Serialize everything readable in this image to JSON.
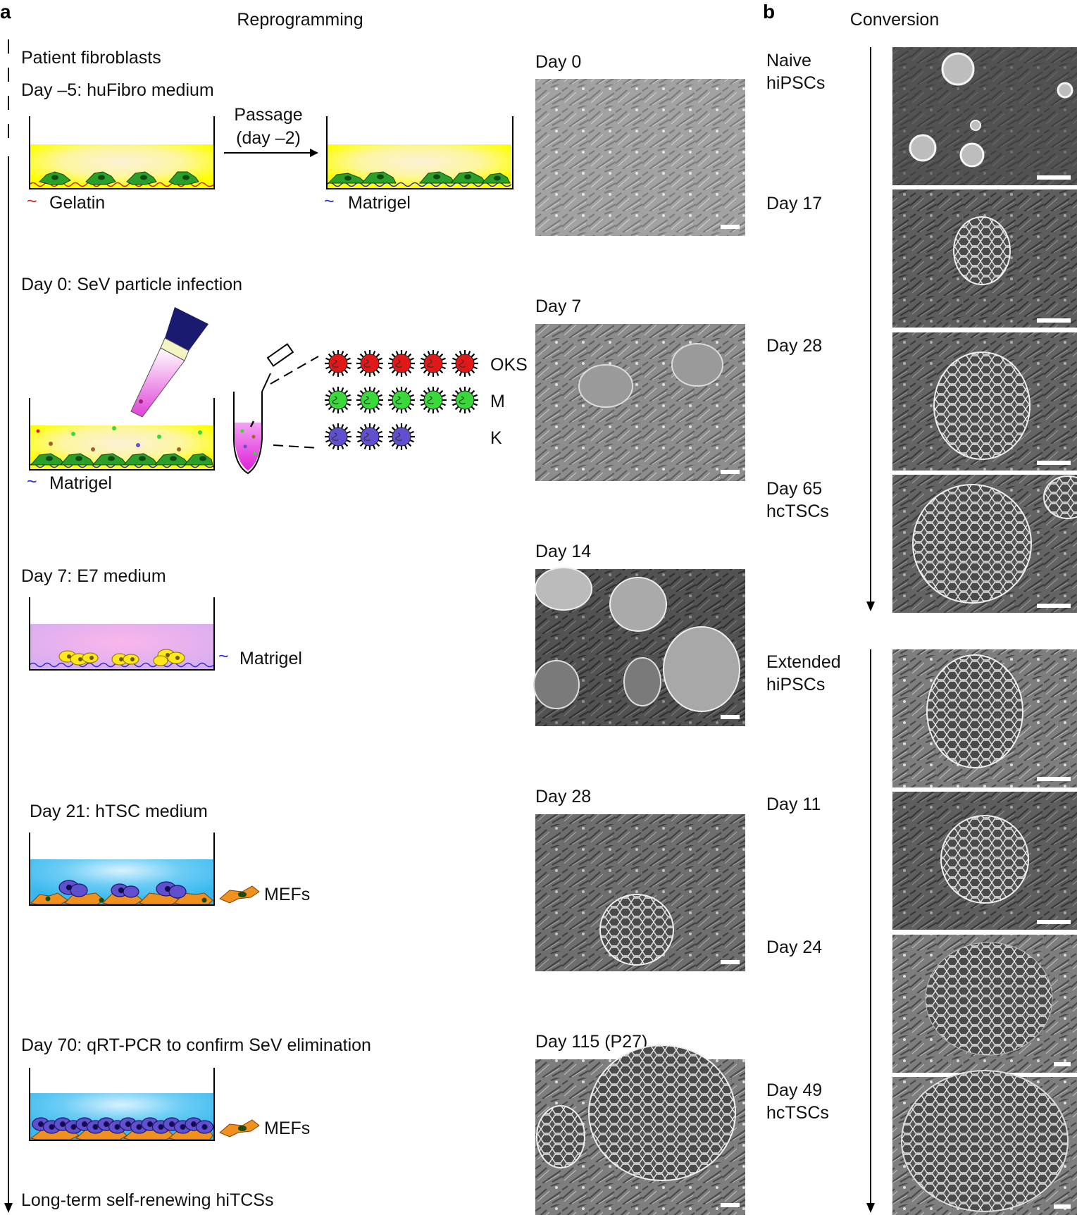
{
  "panel_a": {
    "letter": "a",
    "title": "Reprogramming",
    "steps": {
      "start": "Patient fibroblasts",
      "step1": "Day –5: huFibro medium",
      "passage_line1": "Passage",
      "passage_line2": "(day –2)",
      "gelatin": "Gelatin",
      "matrigel_1": "Matrigel",
      "step2": "Day 0: SeV particle infection",
      "matrigel_2": "Matrigel",
      "factors": [
        "OKS",
        "M",
        "K"
      ],
      "step3": "Day 7: E7 medium",
      "matrigel_3": "Matrigel",
      "step4": "Day 21: hTSC medium",
      "mefs_1": "MEFs",
      "step5": "Day 70: qRT-PCR to confirm SeV elimination",
      "mefs_2": "MEFs",
      "end": "Long-term self-renewing hiTCSs"
    },
    "micrographs": [
      "Day 0",
      "Day 7",
      "Day 14",
      "Day 28",
      "Day 115 (P27)"
    ]
  },
  "panel_b": {
    "letter": "b",
    "title": "Conversion",
    "naive_series": [
      {
        "line1": "Naive",
        "line2": "hiPSCs"
      },
      {
        "line1": "Day 17",
        "line2": ""
      },
      {
        "line1": "Day 28",
        "line2": ""
      },
      {
        "line1": "Day 65",
        "line2": "hcTSCs"
      }
    ],
    "extended_series": [
      {
        "line1": "Extended",
        "line2": "hiPSCs"
      },
      {
        "line1": "Day 11",
        "line2": ""
      },
      {
        "line1": "Day 24",
        "line2": ""
      },
      {
        "line1": "Day 49",
        "line2": "hcTSCs"
      }
    ]
  },
  "colors": {
    "gelatin": "#cc2222",
    "matrigel": "#2a2ad8",
    "fibroblast": "#2aa02a",
    "yellow_medium": "#ffff00",
    "e7_medium": "#e6a8f0",
    "htsc_medium": "#38b8ee",
    "mef": "#f0901e",
    "oks_virus": "#e01818",
    "m_virus": "#3ad83a",
    "k_virus": "#6050d0",
    "pipette_cap": "#1a1a70"
  }
}
